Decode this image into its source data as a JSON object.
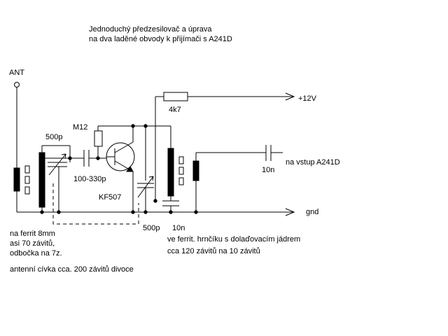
{
  "title": {
    "line1": "Jednoduchý předzesilovač a úprava",
    "line2": "na dva laděné obvody k přijímači s A241D"
  },
  "labels": {
    "ant": "ANT",
    "plus12v": "+12V",
    "r_4k7": "4k7",
    "r_m12": "M12",
    "c_500p_left": "500p",
    "c_100_330p": "100-330p",
    "transistor": "KF507",
    "c_500p_right": "500p",
    "c_10n_bottom": "10n",
    "c_10n_out": "10n",
    "out": "na vstup A241D",
    "gnd": "gnd"
  },
  "notes": {
    "left1": "na ferrit 8mm",
    "left2": "asi 70 závitů,",
    "left3": "odbočka na 7z.",
    "left4": "antenní cívka cca. 200 závitů divoce",
    "right1": "ve ferrit. hrnčíku s dolaďovacím jádrem",
    "right2": "cca 120 závitů na 10 závitů"
  }
}
